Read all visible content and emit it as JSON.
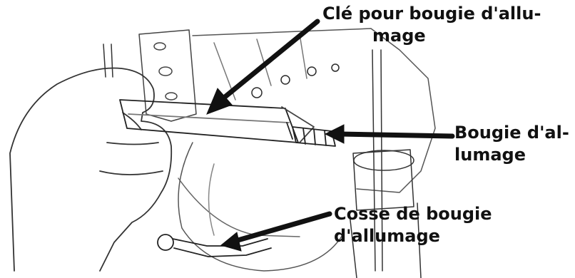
{
  "callouts": {
    "spark_plug_wrench": {
      "line1": "Clé pour bougie d'allu-",
      "line2": "mage"
    },
    "spark_plug": {
      "line1": "Bougie d'al-",
      "line2": "lumage"
    },
    "spark_plug_boot": {
      "line1": "Cosse de bougie",
      "line2": "d'allumage"
    }
  },
  "colors": {
    "ink": "#111111",
    "background": "#ffffff"
  }
}
